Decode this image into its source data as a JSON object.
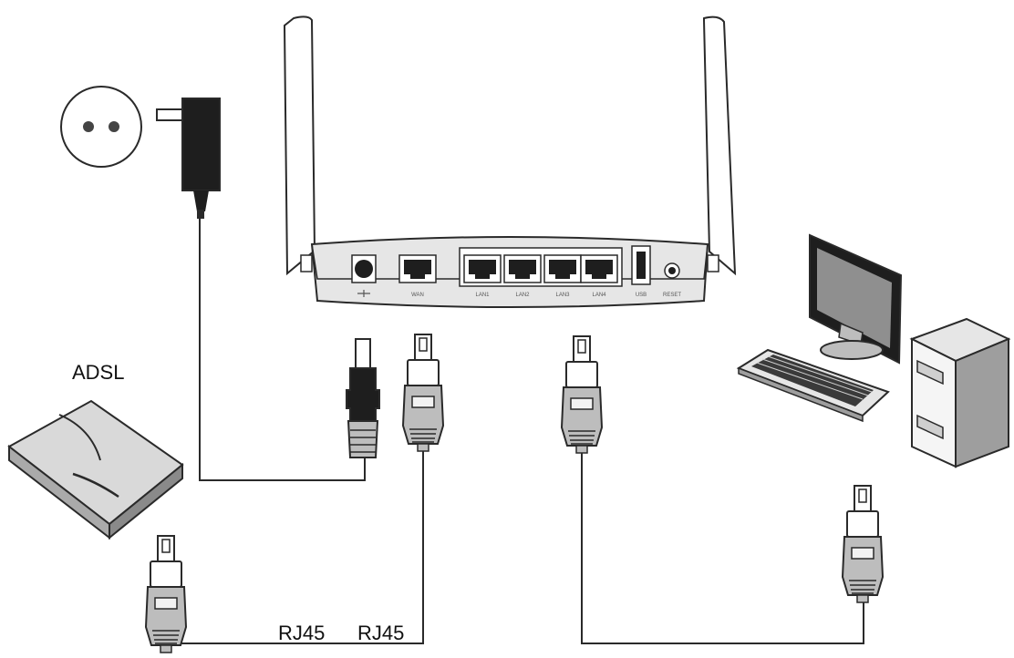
{
  "labels": {
    "adsl": "ADSL",
    "rj45_left": "RJ45",
    "rj45_right": "RJ45"
  },
  "router": {
    "ports": [
      "WAN",
      "LAN1",
      "LAN2",
      "LAN3",
      "LAN4",
      "USB",
      "RESET"
    ]
  },
  "colors": {
    "line": "#2a2a2a",
    "plug_fill": "#bdbdbd",
    "device_fill": "#e6e6e6",
    "dark_fill": "#1e1e1e"
  }
}
